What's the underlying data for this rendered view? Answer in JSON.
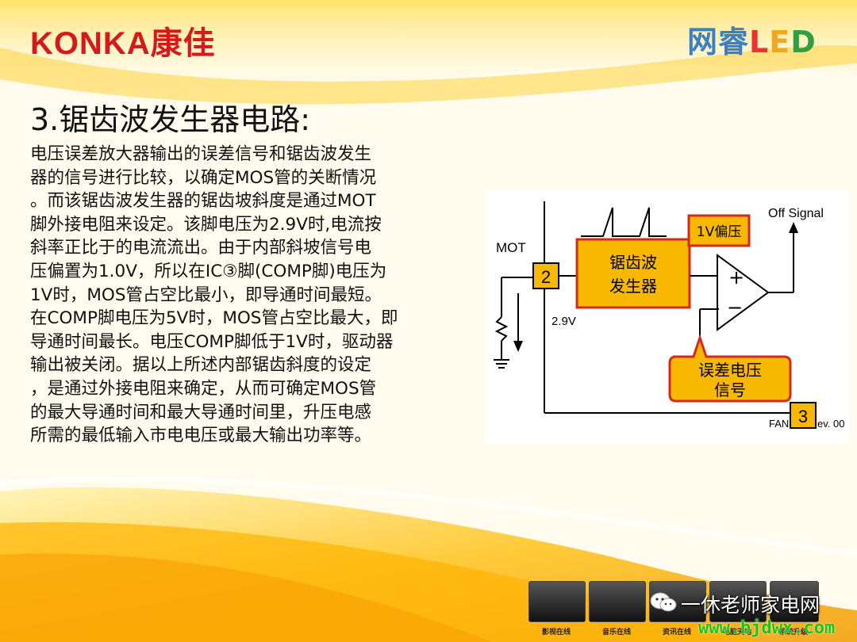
{
  "header": {
    "brand_logo": "KONKA康佳",
    "partner_logo_a": "网睿",
    "partner_logo_b": "L",
    "partner_logo_c": "E",
    "partner_logo_d": "D"
  },
  "title": "3.锯齿波发生器电路:",
  "paragraph": [
    "电压误差放大器输出的误差信号和锯齿波发生",
    "器的信号进行比较，以确定MOS管的关断情况",
    "。而该锯齿波发生器的锯齿坡斜度是通过MOT",
    "脚外接电阻来设定。该脚电压为2.9V时,电流按",
    "斜率正比于的电流流出。由于内部斜坡信号电",
    "压偏置为1.0V，所以在IC③脚(COMP脚)电压为",
    "1V时，MOS管占空比最小，即导通时间最短。",
    "在COMP脚电压为5V时，MOS管占空比最大，即",
    "导通时间最长。电压COMP脚低于1V时，驱动器",
    "输出被关闭。据以上所述内部锯齿斜度的设定",
    "，是通过外接电阻来确定，从而可确定MOS管",
    "的最大导通时间和最大导通时间里，升压电感",
    "所需的最低输入市电电压或最大输出功率等。"
  ],
  "diagram": {
    "mot_label": "MOT",
    "pin2": "2",
    "voltage": "2.9V",
    "generator_line1": "锯齿波",
    "generator_line2": "发生器",
    "bias_label": "1V偏压",
    "plus": "+",
    "minus": "−",
    "off_signal": "Off Signal",
    "error_line1": "误差电压",
    "error_line2": "信号",
    "pin3": "3",
    "fan_label": "FAN",
    "rev_label": "ev. 00"
  },
  "footer": {
    "thumbs": [
      "影视在线",
      "音乐在线",
      "资讯在线",
      "电脑天地",
      "系统升级"
    ],
    "watermark_name": "一休老师家电网",
    "watermark_url": "www.bjdwx.com"
  },
  "colors": {
    "brand_red": "#d7191c",
    "box_orange": "#f8b800",
    "box_border": "#d42a1c",
    "url_green": "#19c619"
  }
}
